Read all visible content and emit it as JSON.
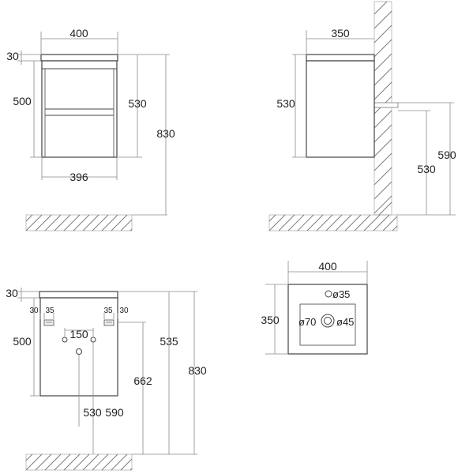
{
  "front_view": {
    "width_top": "400",
    "top_thickness": "30",
    "cabinet_height": "500",
    "side_height": "530",
    "total_height": "830",
    "width_bottom": "396"
  },
  "side_view": {
    "depth": "350",
    "body_height": "530",
    "mount_height": "530",
    "pipe_height": "590"
  },
  "back_view": {
    "top_thickness": "30",
    "bracket_left_offset": "30",
    "bracket_left_width": "35",
    "bracket_right_width": "35",
    "bracket_right_offset": "30",
    "cabinet_height": "500",
    "hole_spacing": "150",
    "mount_height": "535",
    "drain_height": "662",
    "total_height": "830",
    "pipe_left_height": "530",
    "pipe_right_height": "590"
  },
  "sink_top_view": {
    "width": "400",
    "depth": "350",
    "tap_hole": "ø35",
    "bowl_diameter": "ø70",
    "drain_hole": "ø45"
  }
}
